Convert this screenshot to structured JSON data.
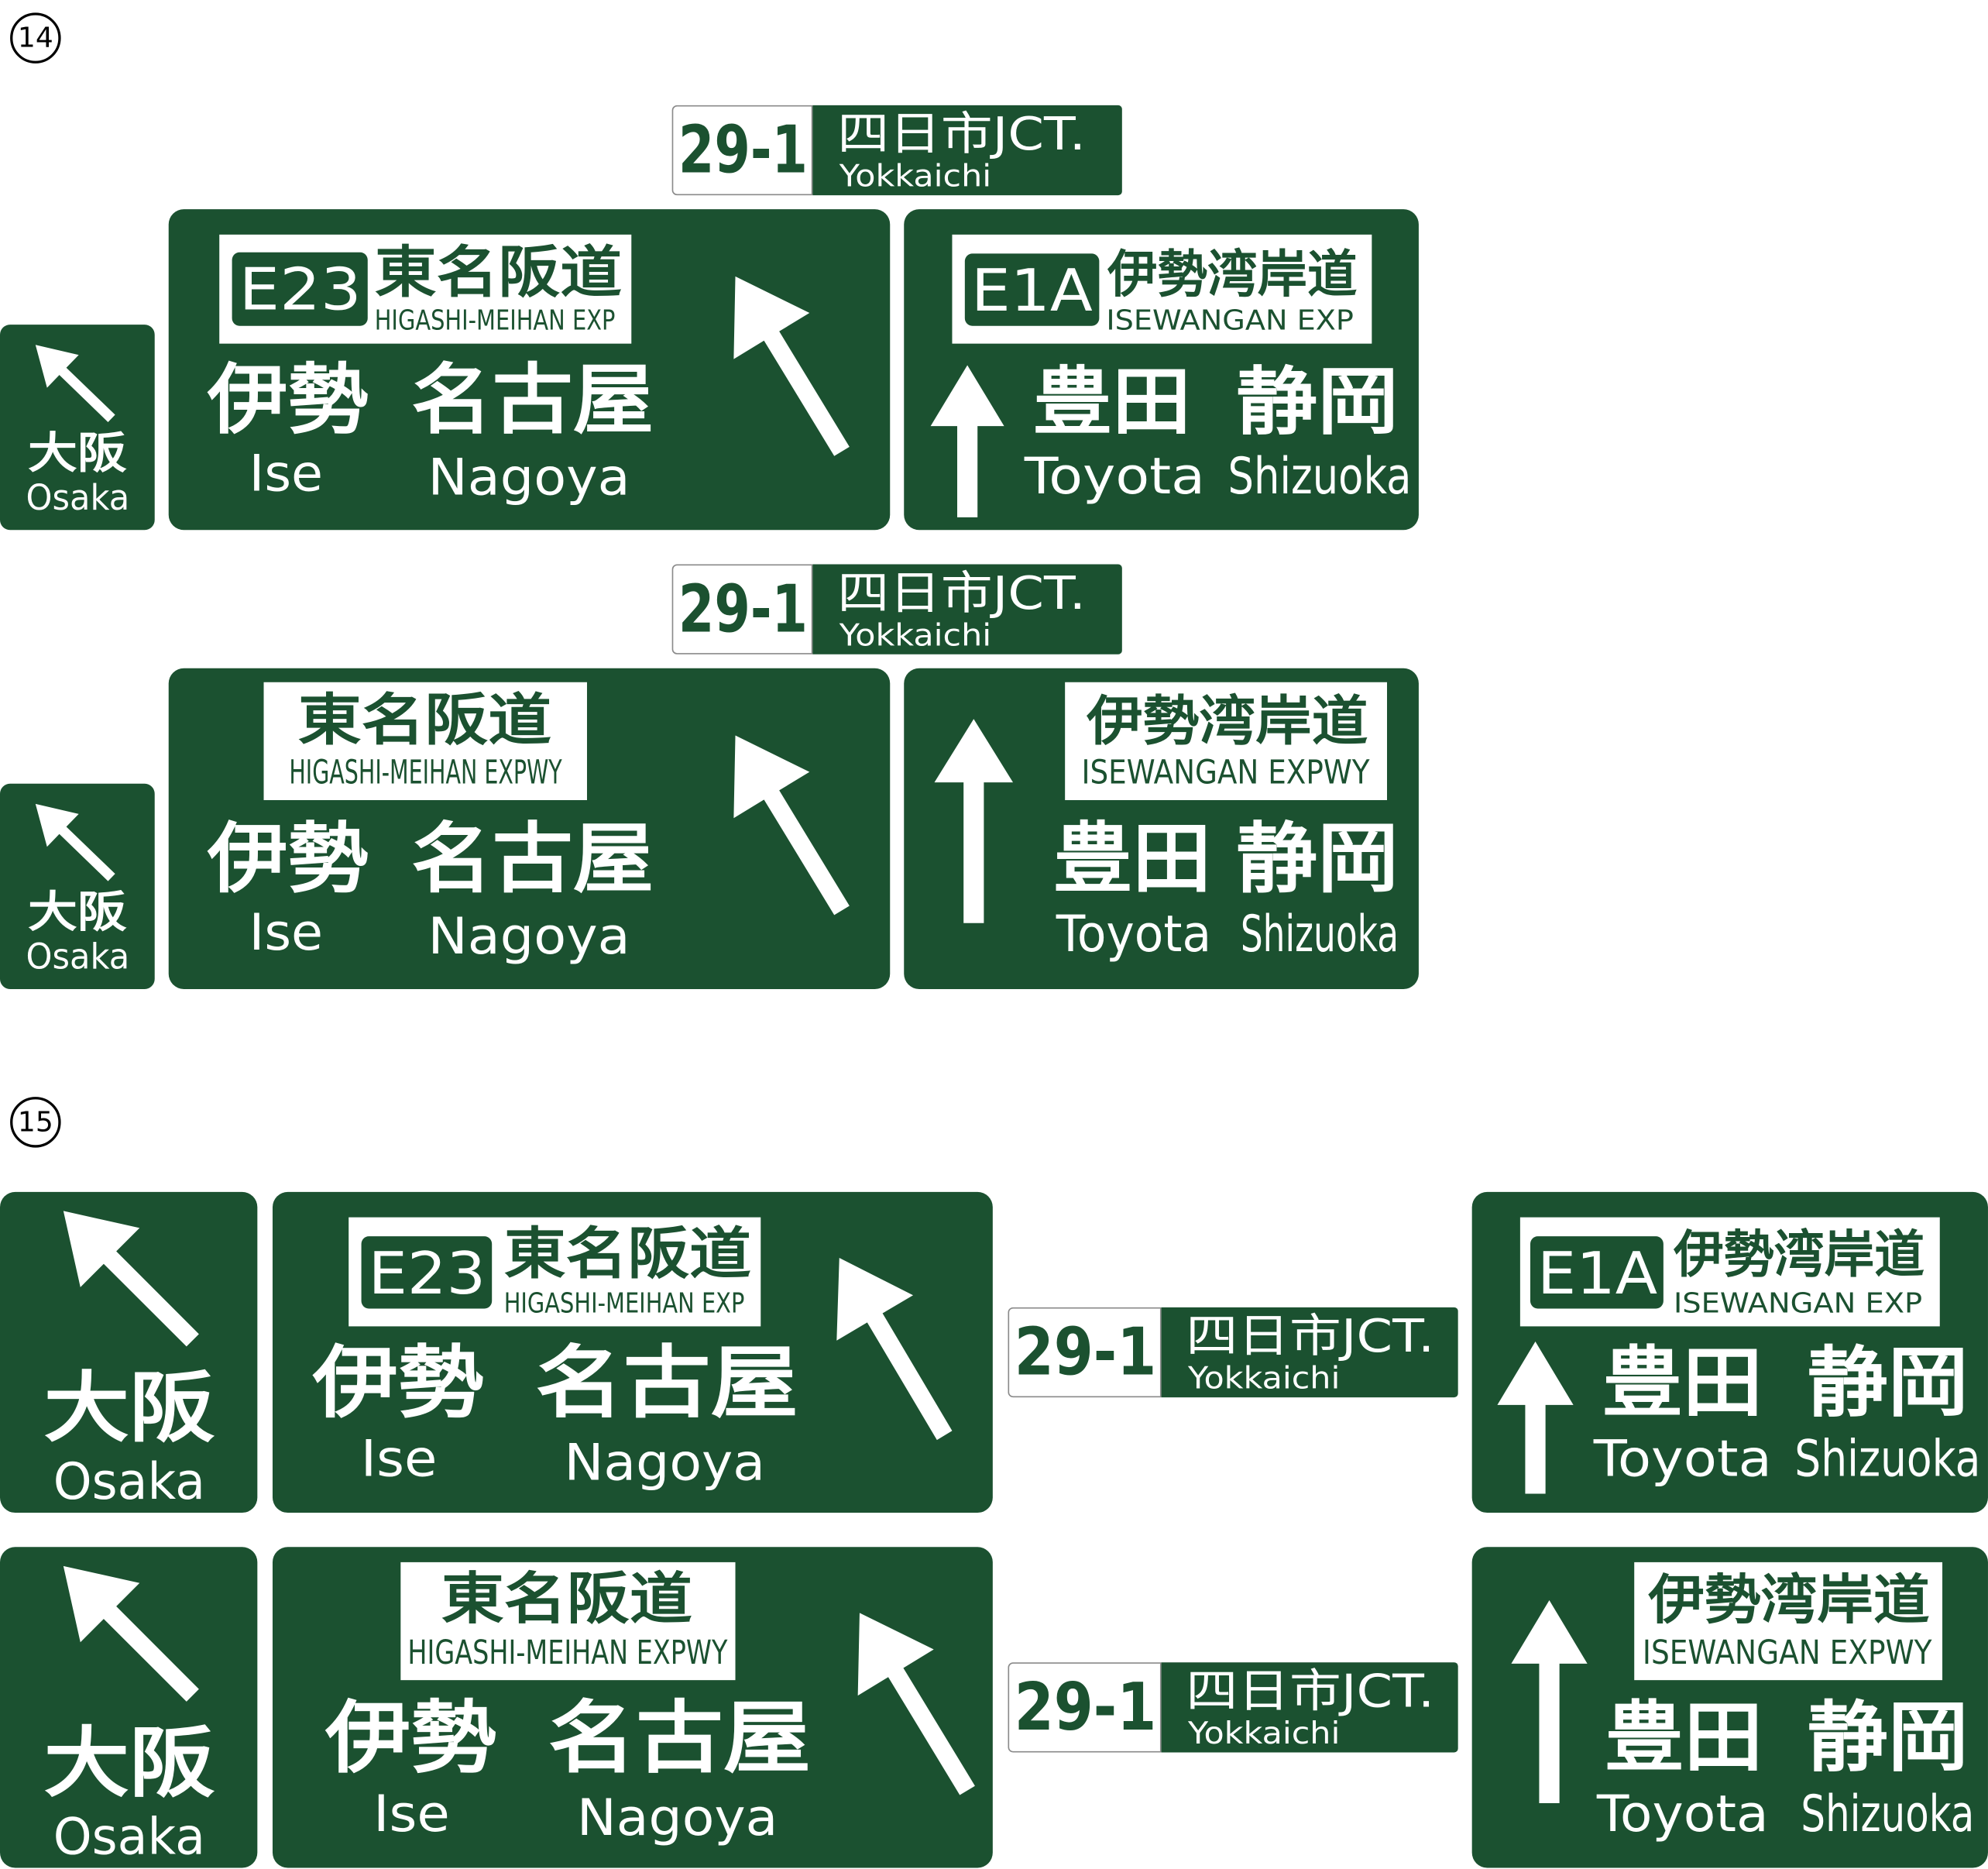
{
  "sections": [
    {
      "number": "14"
    },
    {
      "number": "15"
    }
  ],
  "junction_sign": {
    "exit_number": "29-1",
    "name_ja": "四日市JCT.",
    "name_en": "Yokkaichi"
  },
  "osaka_sign": {
    "name_ja": "大阪",
    "name_en": "Osaka",
    "arrow": "arrow-up-left-icon"
  },
  "tomeihan_sign": {
    "route_number": "E23",
    "route_ja": "東名阪道",
    "route_en_short": "HIGASHI-MEIHAN EXP",
    "route_en_long": "HIGASHI-MEIHAN EXPWY",
    "arrow": "arrow-up-left-icon",
    "destinations": [
      {
        "ja": "伊勢",
        "en": "Ise"
      },
      {
        "ja": "名古屋",
        "en": "Nagoya"
      }
    ]
  },
  "isewangan_sign": {
    "route_number": "E1A",
    "route_ja": "伊勢湾岸道",
    "route_en_short": "ISEWANGAN EXP",
    "route_en_long": "ISEWANGAN EXPWY",
    "arrow": "arrow-up-icon",
    "destinations": [
      {
        "ja": "豊田",
        "en": "Toyota"
      },
      {
        "ja": "静岡",
        "en": "Shizuoka"
      }
    ]
  },
  "colors": {
    "sign_green": "#1b5130",
    "text_white": "#ffffff",
    "page_background": "#ffffff"
  }
}
